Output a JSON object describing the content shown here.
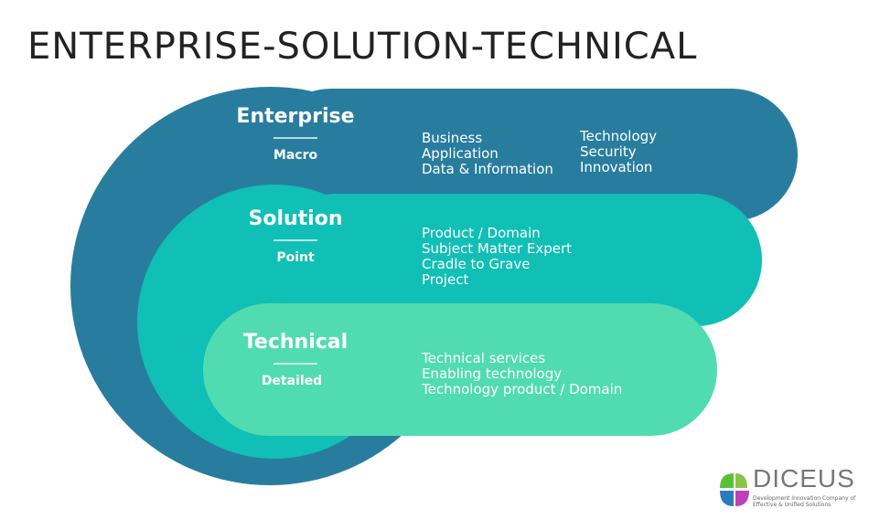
{
  "title": "ENTERPRISE-SOLUTION-TECHNICAL",
  "colors": {
    "enterprise": "#287d9f",
    "solution": "#10bfb5",
    "technical": "#50dcb0"
  },
  "levels": [
    {
      "name": "Enterprise",
      "scope": "Macro",
      "items_col1": [
        "Business",
        "Application",
        "Data & Information"
      ],
      "items_col2": [
        "Technology",
        "Security",
        "Innovation"
      ]
    },
    {
      "name": "Solution",
      "scope": "Point",
      "items_col1": [
        "Product / Domain",
        "Subject Matter Expert",
        "Cradle to Grave",
        "Project"
      ]
    },
    {
      "name": "Technical",
      "scope": "Detailed",
      "items_col1": [
        "Technical services",
        "Enabling technology",
        "Technology product / Domain"
      ]
    }
  ],
  "logo": {
    "word": "DICEUS",
    "tagline": "Development Innovation Company of Effective & Unified Solutions"
  }
}
